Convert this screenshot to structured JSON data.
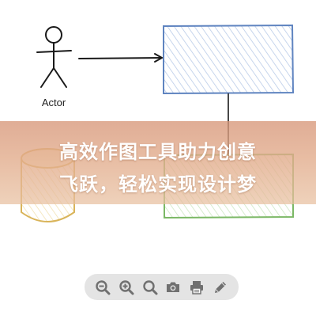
{
  "diagram": {
    "actor_label": "Actor"
  },
  "banner": {
    "line1": "高效作图工具助力创意",
    "line2": "飞跃，轻松实现设计梦"
  },
  "toolbar": {
    "buttons": [
      {
        "icon": "zoom-out-icon"
      },
      {
        "icon": "zoom-in-icon"
      },
      {
        "icon": "search-icon"
      },
      {
        "icon": "camera-icon"
      },
      {
        "icon": "print-icon"
      },
      {
        "icon": "pencil-icon"
      }
    ],
    "icon_color": "#707070"
  },
  "colors": {
    "blue_box_fill": "#d8e3f3",
    "blue_box_stroke": "#5f84c0",
    "green_box_stroke": "#7bb865",
    "cylinder_stroke": "#d9b45a"
  }
}
